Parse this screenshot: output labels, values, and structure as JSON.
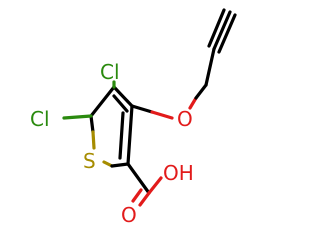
{
  "molecule": {
    "atoms": {
      "cl_top": {
        "label": "Cl",
        "color": "#2a8a0e"
      },
      "cl_left": {
        "label": "Cl",
        "color": "#2a8a0e"
      },
      "s": {
        "label": "S",
        "color": "#a68c00"
      },
      "o_ether": {
        "label": "O",
        "color": "#e21b1b"
      },
      "o_carbonyl": {
        "label": "O",
        "color": "#e21b1b"
      },
      "oh": {
        "label": "OH",
        "color": "#e21b1b"
      }
    },
    "colors": {
      "carbon_bond": "#000000",
      "chlorine": "#2a8a0e",
      "sulfur": "#a68c00",
      "oxygen": "#e21b1b"
    }
  }
}
